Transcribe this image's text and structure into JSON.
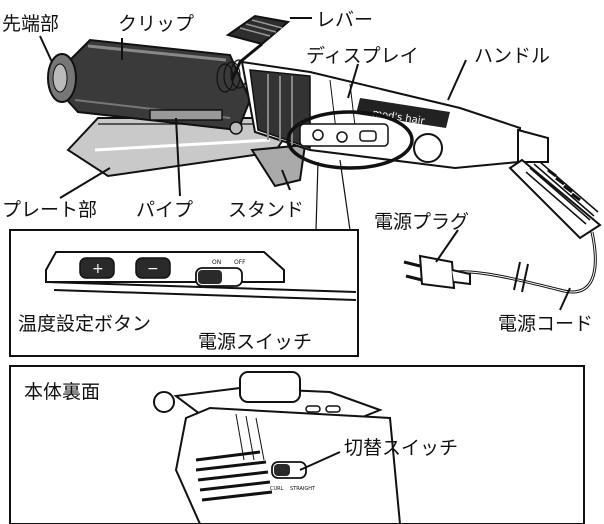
{
  "labels": {
    "tip": "先端部",
    "clip": "クリップ",
    "lever": "レバー",
    "display": "ディスプレイ",
    "handle": "ハンドル",
    "plate": "プレート部",
    "pipe": "パイプ",
    "stand": "スタンド",
    "power_plug": "電源プラグ",
    "power_cord": "電源コード",
    "temp_buttons": "温度設定ボタン",
    "power_switch": "電源スイッチ",
    "back_side": "本体裏面",
    "mode_switch": "切替スイッチ"
  },
  "brand": "mod's hair",
  "switch_labels": {
    "on": "ON",
    "off": "OFF",
    "curl": "CURL",
    "straight": "STRAIGHT"
  },
  "buttons": {
    "plus": "+",
    "minus": "−"
  }
}
